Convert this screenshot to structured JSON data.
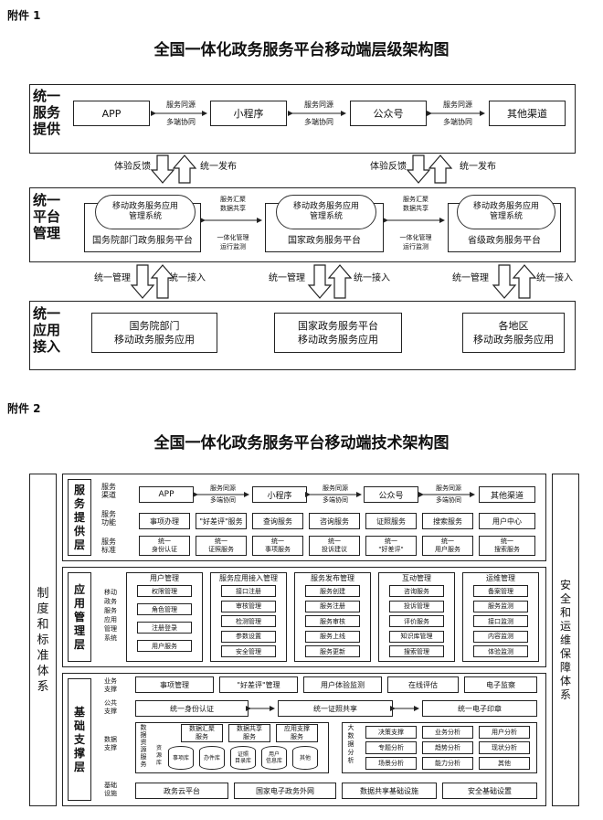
{
  "fig1": {
    "note": "附件 1",
    "title": "全国一体化政务服务平台移动端层级架构图",
    "layers": {
      "service": "统一\n服务\n提供",
      "platform": "统一\n平台\n管理",
      "app": "统一\n应用\n接入"
    },
    "channels": [
      "APP",
      "小程序",
      "公众号",
      "其他渠道"
    ],
    "channel_link_a": "服务同源",
    "channel_link_b": "多端协同",
    "feedback": "体验反馈",
    "publish": "统一发布",
    "cloud": "移动政务服务应用\n管理系统",
    "platforms": [
      "国务院部门政务服务平台",
      "国家政务服务平台",
      "省级政务服务平台"
    ],
    "plat_link_top_a": "服务汇聚",
    "plat_link_top_b": "数据共享",
    "plat_link_bot_a": "一体化管理",
    "plat_link_bot_b": "运行监测",
    "manage": "统一管理",
    "access": "统一接入",
    "apps": [
      "国务院部门\n移动政务服务应用",
      "国家政务服务平台\n移动政务服务应用",
      "各地区\n移动政务服务应用"
    ]
  },
  "fig2": {
    "note": "附件 2",
    "title": "全国一体化政务服务平台移动端技术架构图",
    "left_side": "制\n度\n和\n标\n准\n体\n系",
    "right_side": "安\n全\n和\n运\n维\n保\n障\n体\n系",
    "service_layer": "服\n务\n提\n供\n层",
    "app_layer": "应\n用\n管\n理\n层",
    "base_layer": "基\n础\n支\n撑\n层",
    "row_labels": [
      "服务\n渠道",
      "服务\n功能",
      "服务\n标准"
    ],
    "channels": [
      "APP",
      "小程序",
      "公众号",
      "其他渠道"
    ],
    "channel_link_a": "服务同源",
    "channel_link_b": "多端协同",
    "functions": [
      "事项办理",
      "\"好差评\"服务",
      "查询服务",
      "咨询服务",
      "证照服务",
      "搜索服务",
      "用户中心"
    ],
    "standards": [
      "统一\n身份认证",
      "统一\n证照服务",
      "统一\n事项服务",
      "统一\n投诉建议",
      "统一\n\"好差评\"",
      "统一\n用户服务",
      "统一\n搜索服务"
    ],
    "app_sys_label": "移动\n政务\n服务\n应用\n管理\n系统",
    "app_groups": [
      {
        "title": "用户管理",
        "items": [
          "权限管理",
          "角色管理",
          "注册登录",
          "用户服务"
        ]
      },
      {
        "title": "服务应用接入管理",
        "items": [
          "接口注册",
          "审核管理",
          "检测管理",
          "参数设置",
          "安全管理"
        ]
      },
      {
        "title": "服务发布管理",
        "items": [
          "服务创建",
          "服务注册",
          "服务审核",
          "服务上线",
          "服务更新"
        ]
      },
      {
        "title": "互动管理",
        "items": [
          "咨询服务",
          "投诉管理",
          "评价服务",
          "知识库管理",
          "搜索管理"
        ]
      },
      {
        "title": "运维管理",
        "items": [
          "备案管理",
          "服务监测",
          "接口监测",
          "内容监测",
          "体验监测"
        ]
      }
    ],
    "base_rows": [
      "业务\n支撑",
      "公共\n支撑",
      "数据\n支撑",
      "基础\n设施"
    ],
    "biz_support": [
      "事项管理",
      "\"好差评\"管理",
      "用户体验监测",
      "在线评估",
      "电子监察"
    ],
    "public_support": [
      "统一身份认证",
      "统一证照共享",
      "统一电子印章"
    ],
    "data_res_label": "数\n据\n资\n源\n服\n务",
    "data_top": [
      "数据汇聚\n服务",
      "数据共享\n服务",
      "应用支撑\n服务"
    ],
    "res_pool_label": "资\n源\n库",
    "data_cyl": [
      "事项库",
      "办件库",
      "证照\n目录库",
      "用户\n信息库",
      "其他"
    ],
    "big_data_label": "大\n数\n据\n分\n析",
    "analysis": [
      "决策支撑",
      "业务分析",
      "用户分析",
      "专题分析",
      "趋势分析",
      "现状分析",
      "场景分析",
      "能力分析",
      "其他"
    ],
    "infra": [
      "政务云平台",
      "国家电子政务外网",
      "数据共享基础设施",
      "安全基础设置"
    ]
  }
}
